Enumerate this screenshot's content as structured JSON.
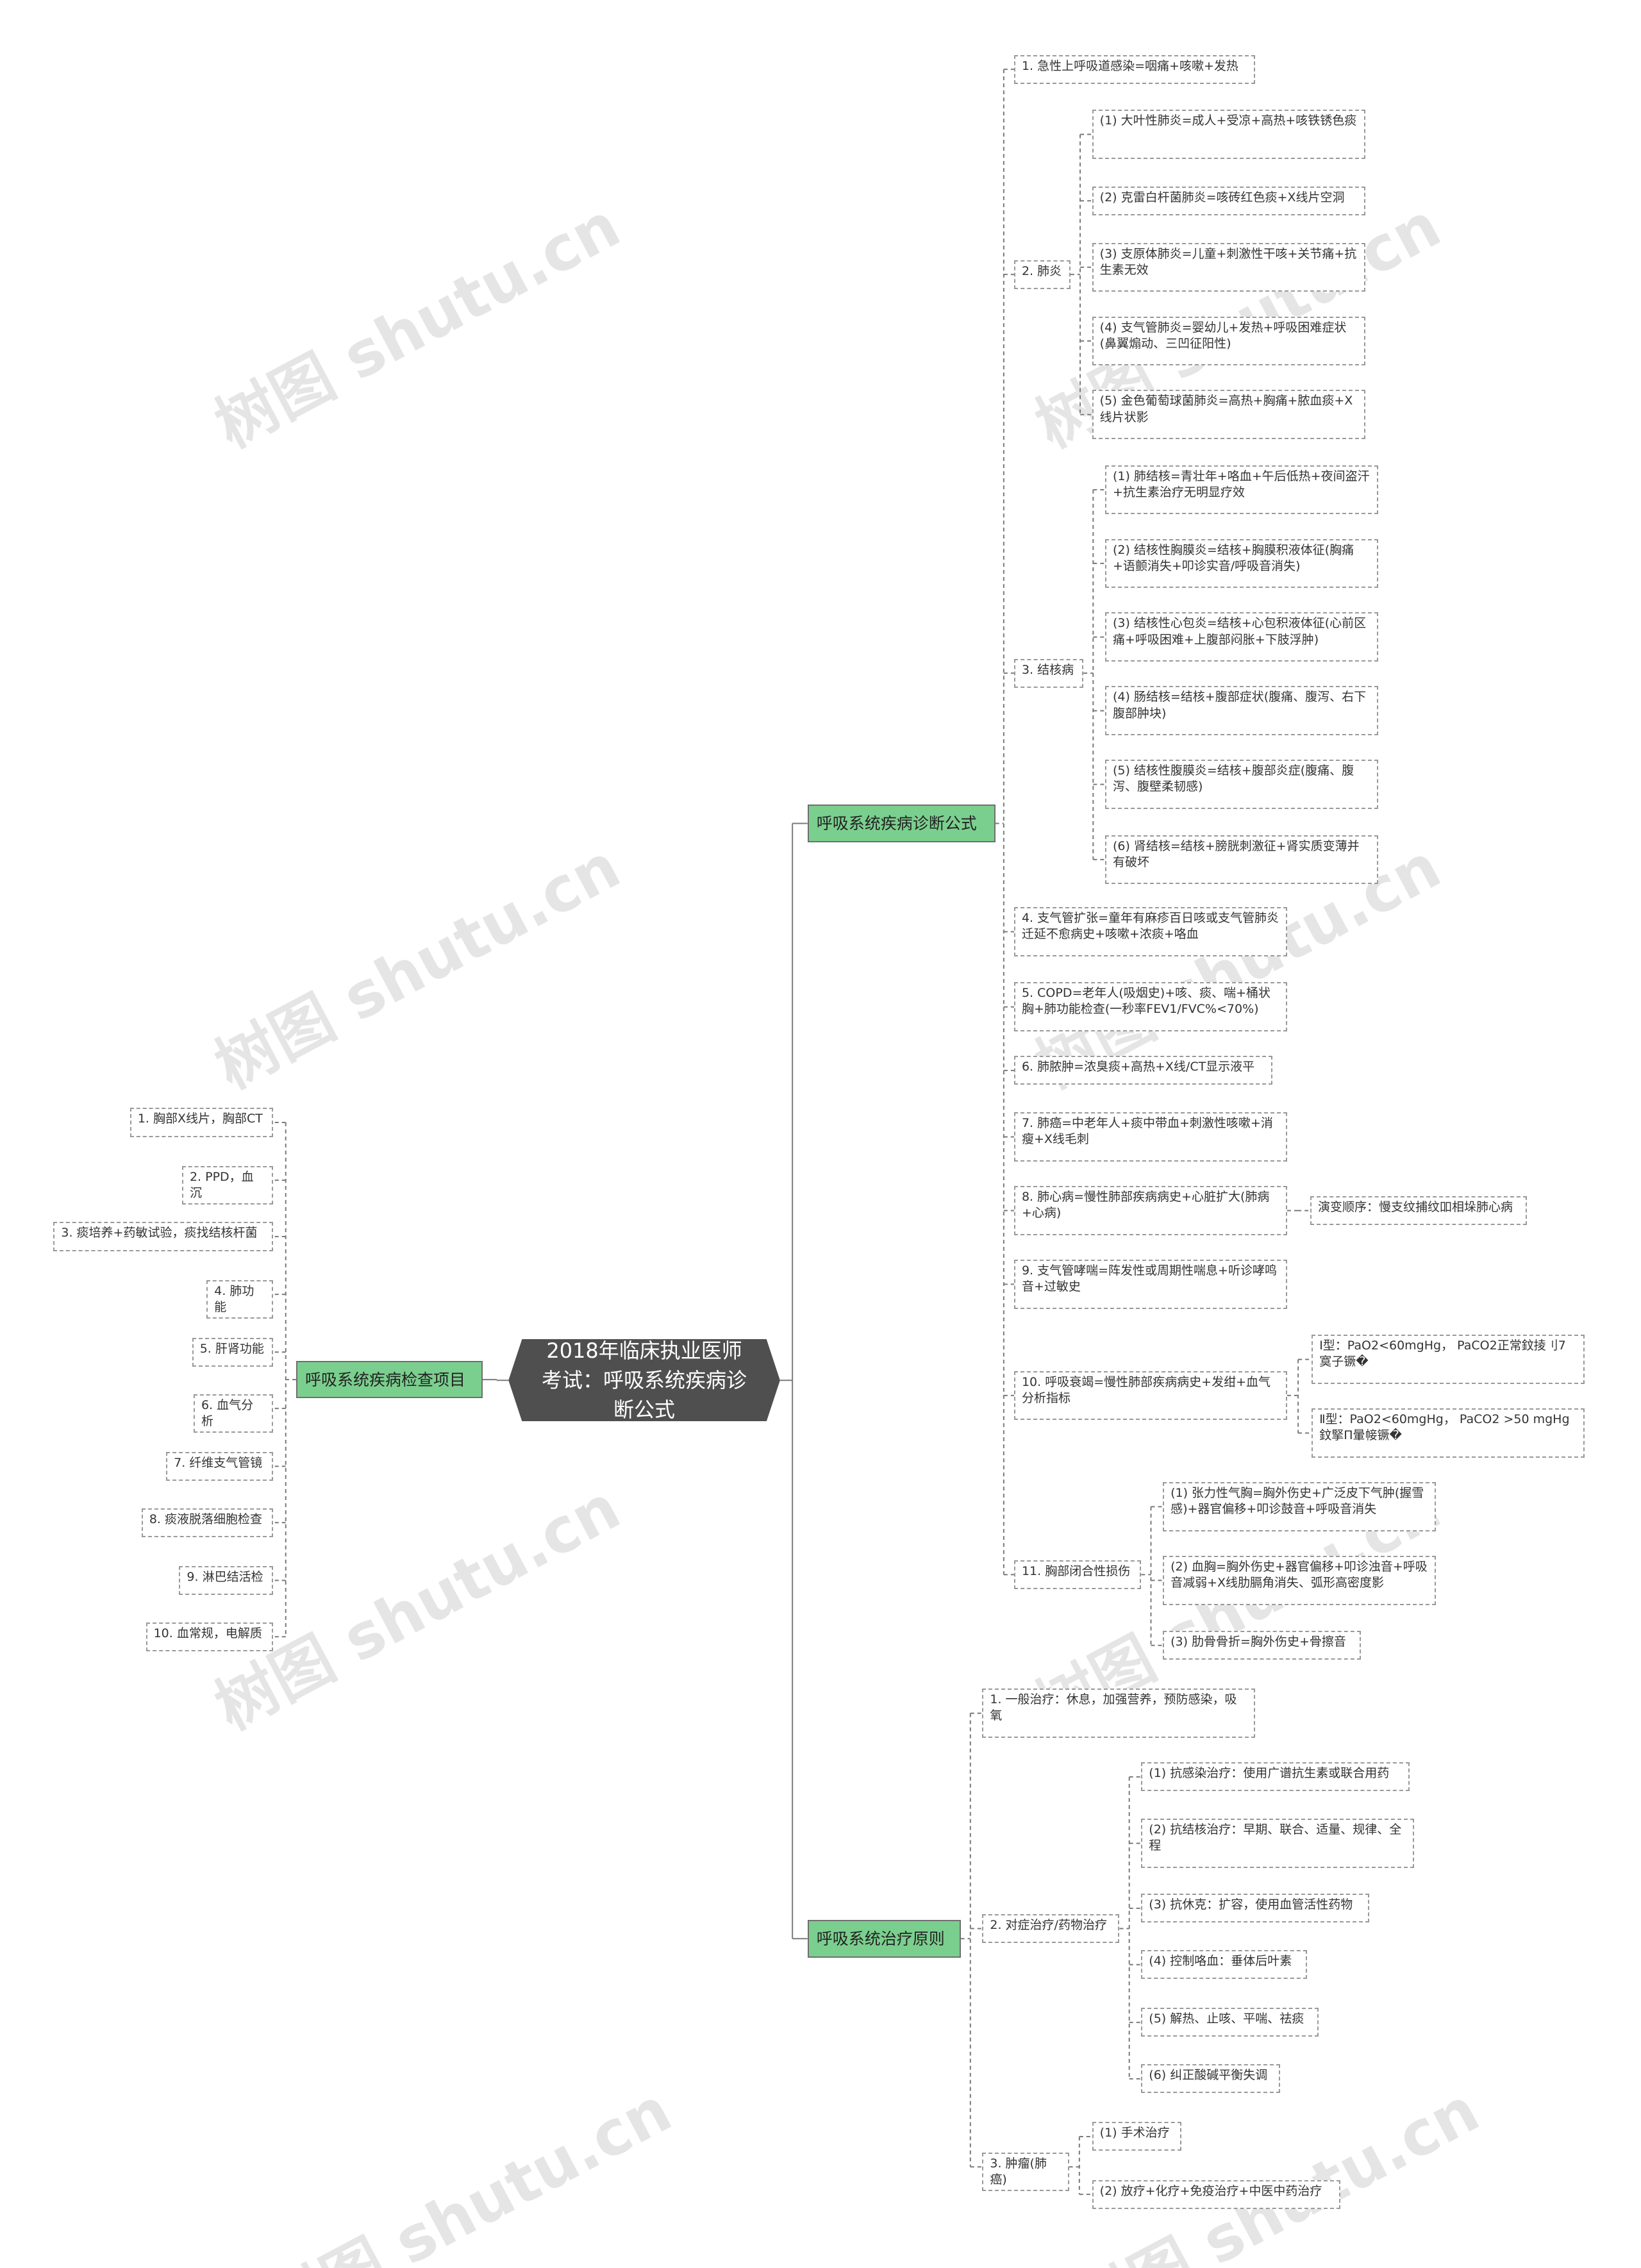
{
  "title": "2018年临床执业医师考试：呼吸系统疾病诊断公式",
  "watermark": "树图 shutu.cn",
  "colors": {
    "root": "#4f4f4f",
    "branch": "#7bcf8e",
    "line": "#7a7a7a",
    "border": "#999999"
  },
  "branches": {
    "diagnosis": {
      "label": "呼吸系统疾病诊断公式",
      "items": [
        "1. 急性上呼吸道感染=咽痛+咳嗽+发热",
        "2. 肺炎",
        "(1) 大叶性肺炎=成人+受凉+高热+咳铁锈色痰",
        "(2) 克雷白杆菌肺炎=咳砖红色痰+X线片空洞",
        "(3) 支原体肺炎=儿童+刺激性干咳+关节痛+抗生素无效",
        "(4) 支气管肺炎=婴幼儿+发热+呼吸困难症状(鼻翼煽动、三凹征阳性)",
        "(5) 金色葡萄球菌肺炎=高热+胸痛+脓血痰+X线片状影",
        "3. 结核病",
        "(1) 肺结核=青壮年+咯血+午后低热+夜间盗汗+抗生素治疗无明显疗效",
        "(2) 结核性胸膜炎=结核+胸膜积液体征(胸痛+语颤消失+叩诊实音/呼吸音消失)",
        "(3) 结核性心包炎=结核+心包积液体征(心前区痛+呼吸困难+上腹部闷胀+下肢浮肿)",
        "(4) 肠结核=结核+腹部症状(腹痛、腹泻、右下腹部肿块)",
        "(5) 结核性腹膜炎=结核+腹部炎症(腹痛、腹泻、腹壁柔韧感)",
        "(6) 肾结核=结核+膀胱刺激征+肾实质变薄并有破坏",
        "4. 支气管扩张=童年有麻疹百日咳或支气管肺炎迁延不愈病史+咳嗽+浓痰+咯血",
        "5. COPD=老年人(吸烟史)+咳、痰、喘+桶状胸+肺功能检查(一秒率FEV1/FVC%<70%)",
        "6. 肺脓肿=浓臭痰+高热+X线/CT显示液平",
        "7. 肺癌=中老年人+痰中带血+刺激性咳嗽+消瘦+X线毛刺",
        "8. 肺心病=慢性肺部疾病病史+心脏扩大(肺病+心病)",
        "演变顺序：慢支纹捕纹吅相垛肺心病",
        "9. 支气管哮喘=阵发性或周期性喘息+听诊哮鸣音+过敏史",
        "10. 呼吸衰竭=慢性肺部疾病病史+发绀+血气分析指标",
        "Ⅰ型：PaO2<60mgHg， PaCO2正常鈫掕刂7 寞子镢�",
        "Ⅱ型：PaO2<60mgHg， PaCO2 >50 mgHg鈫掔П暈帹镢�",
        "11. 胸部闭合性损伤",
        "(1) 张力性气胸=胸外伤史+广泛皮下气肿(握雪感)+器官偏移+叩诊鼓音+呼吸音消失",
        "(2) 血胸=胸外伤史+器官偏移+叩诊浊音+呼吸音减弱+X线肋膈角消失、弧形高密度影",
        "(3) 肋骨骨折=胸外伤史+骨擦音"
      ]
    },
    "exam": {
      "label": "呼吸系统疾病检查项目",
      "items": [
        "1. 胸部X线片，胸部CT",
        "2. PPD，血沉",
        "3. 痰培养+药敏试验，痰找结核杆菌",
        "4. 肺功能",
        "5. 肝肾功能",
        "6. 血气分析",
        "7. 纤维支气管镜",
        "8. 痰液脱落细胞检查",
        "9. 淋巴结活检",
        "10. 血常规，电解质"
      ]
    },
    "treatment": {
      "label": "呼吸系统治疗原则",
      "items": [
        "1. 一般治疗：休息，加强营养，预防感染，吸氧",
        "2. 对症治疗/药物治疗",
        "(1) 抗感染治疗：使用广谱抗生素或联合用药",
        "(2) 抗结核治疗：早期、联合、适量、规律、全程",
        "(3) 抗休克：扩容，使用血管活性药物",
        "(4) 控制咯血：垂体后叶素",
        "(5) 解热、止咳、平喘、祛痰",
        "(6) 纠正酸碱平衡失调",
        "3. 肿瘤(肺癌)",
        "(1) 手术治疗",
        "(2) 放疗+化疗+免疫治疗+中医中药治疗"
      ]
    }
  }
}
